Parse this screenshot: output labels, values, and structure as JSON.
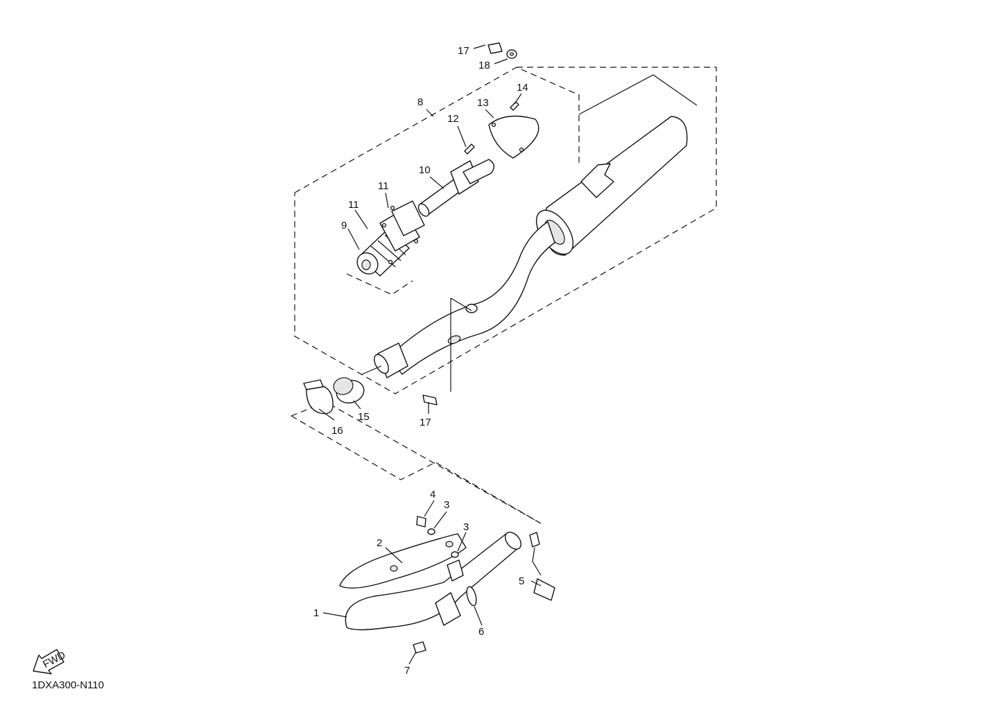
{
  "diagram": {
    "code": "1DXA300-N110",
    "fwd_label": "FWD"
  },
  "callouts": {
    "c1": "1",
    "c2": "2",
    "c3a": "3",
    "c3b": "3",
    "c4": "4",
    "c5": "5",
    "c6": "6",
    "c7": "7",
    "c8": "8",
    "c9": "9",
    "c10": "10",
    "c11a": "11",
    "c11b": "11",
    "c12": "12",
    "c13": "13",
    "c14": "14",
    "c15": "15",
    "c16": "16",
    "c17a": "17",
    "c17b": "17",
    "c18": "18"
  }
}
